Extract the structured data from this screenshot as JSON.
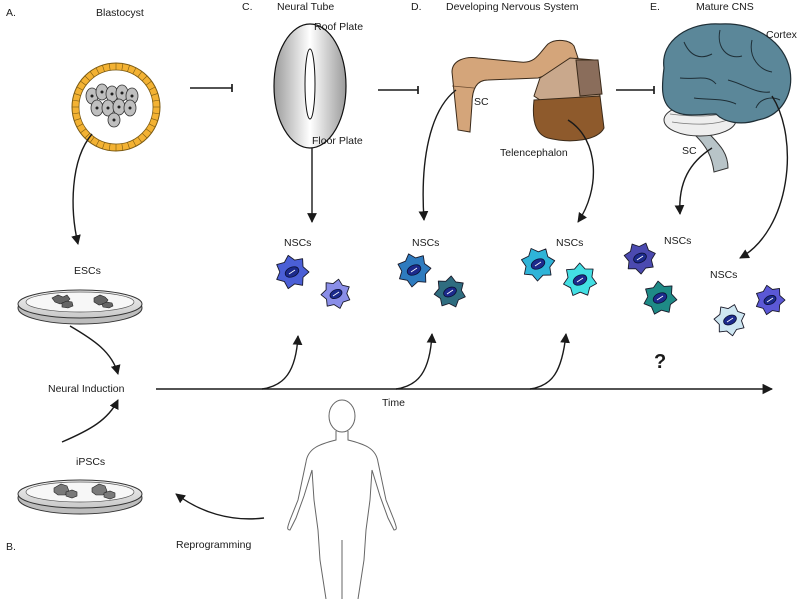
{
  "panels": {
    "a": {
      "letter": "A.",
      "title": "Blastocyst"
    },
    "b": {
      "letter": "B."
    },
    "c": {
      "letter": "C.",
      "title": "Neural Tube"
    },
    "d": {
      "letter": "D.",
      "title": "Developing Nervous System"
    },
    "e": {
      "letter": "E.",
      "title": "Mature CNS"
    }
  },
  "labels": {
    "roof_plate": "Roof Plate",
    "floor_plate": "Floor Plate",
    "sc_developing": "SC",
    "telencephalon": "Telencephalon",
    "cortex": "Cortex",
    "sc_mature": "SC",
    "escs": "ESCs",
    "ipscs": "iPSCs",
    "neural_induction": "Neural Induction",
    "reprogramming": "Reprogramming",
    "time": "Time",
    "unknown": "?",
    "nscs": [
      "NSCs",
      "NSCs",
      "NSCs",
      "NSCs",
      "NSCs"
    ]
  },
  "colors": {
    "blastocyst_ring": "#f3b233",
    "neural_tube": "#dcdcdc",
    "developing_sc": "#d4a57a",
    "developing_brain": "#c9a88c",
    "telencephalon": "#8e5a2c",
    "cortex": "#5b8799",
    "cerebellum": "#eeeeee",
    "nsc_neural_tube": [
      "#4b5fd6",
      "#8a8ee8"
    ],
    "nsc_developing_sc": [
      "#2e7bbf",
      "#2f6d80"
    ],
    "nsc_telencephalon": [
      "#2fb4d8",
      "#43dfe3"
    ],
    "nsc_mature_sc": [
      "#4b4ab0",
      "#1e8a86"
    ],
    "nsc_cortex": [
      "#cfe7f2",
      "#5b58d6"
    ]
  }
}
